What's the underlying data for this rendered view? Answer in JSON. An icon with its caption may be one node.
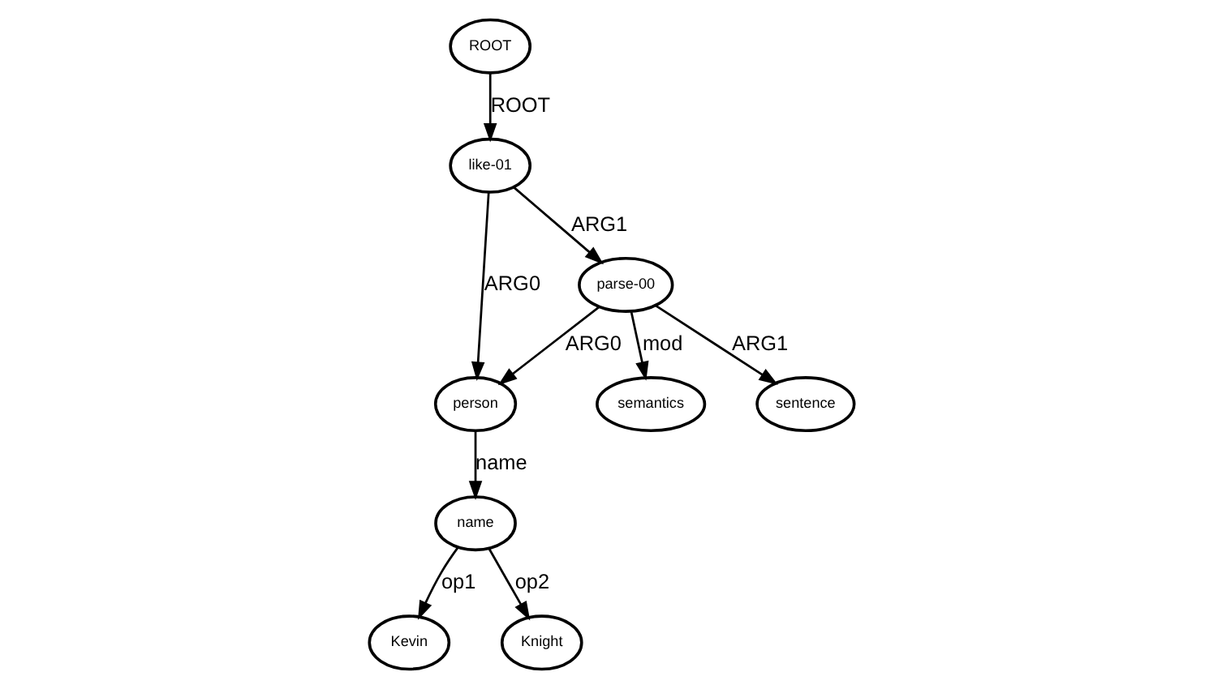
{
  "diagram": {
    "nodes": [
      {
        "text": [
          "ROOT"
        ]
      },
      {
        "text": [
          "like-01"
        ]
      },
      {
        "text": [
          "person"
        ]
      },
      {
        "text": [
          "parse-00"
        ]
      },
      {
        "text": [
          "name"
        ]
      },
      {
        "text": [
          "semantics"
        ]
      },
      {
        "text": [
          "sentence"
        ]
      },
      {
        "text": [
          "Kevin"
        ]
      },
      {
        "text": [
          "Knight"
        ]
      }
    ],
    "edges": [
      {
        "from": 0,
        "to": 1,
        "arrow": "to",
        "label": "ROOT"
      },
      {
        "from": 1,
        "to": 2,
        "arrow": "to",
        "label": "ARG0"
      },
      {
        "from": 1,
        "to": 3,
        "arrow": "to",
        "label": "ARG1"
      },
      {
        "from": 3,
        "to": 2,
        "arrow": "to",
        "label": "ARG0"
      },
      {
        "from": 2,
        "to": 4,
        "arrow": "to",
        "label": "name"
      },
      {
        "from": 3,
        "to": 5,
        "arrow": "to",
        "label": "mod"
      },
      {
        "from": 3,
        "to": 6,
        "arrow": "to",
        "label": "ARG1"
      },
      {
        "from": 4,
        "to": 7,
        "arrow": "to",
        "label": "op1"
      },
      {
        "from": 4,
        "to": 8,
        "arrow": "to",
        "label": "op2"
      }
    ]
  }
}
